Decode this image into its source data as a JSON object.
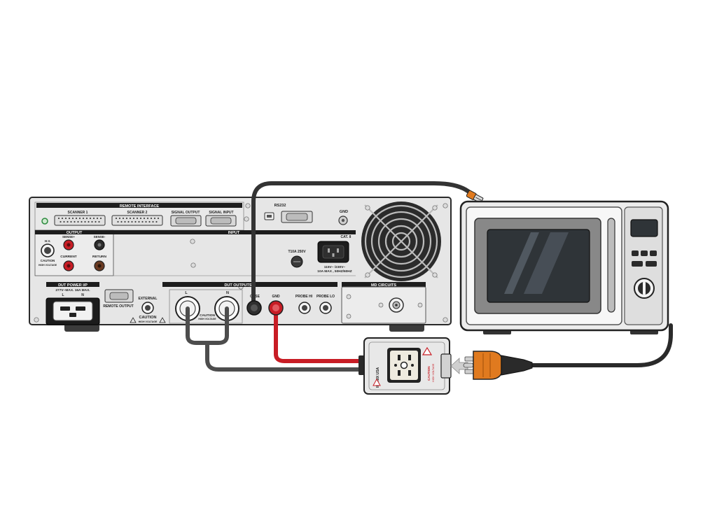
{
  "instrument": {
    "remote_interface_title": "REMOTE INTERFACE",
    "scanner1": "SCANNER 1",
    "scanner2": "SCANNER 2",
    "signal_output": "SIGNAL OUTPUT",
    "signal_input": "SIGNAL INPUT",
    "rs232": "RS232",
    "gnd": "GND",
    "output_title": "OUTPUT",
    "input_title": "INPUT",
    "hv": "H.V.",
    "sense_plus": "SENSE+",
    "sense_minus": "SENSE-",
    "current": "CURRENT",
    "return": "RETURN",
    "caution": "CAUTION",
    "high_voltage": "HIGH VOLTAGE",
    "fuse": "T10A  250V",
    "cat": "CAT. II",
    "rating1": "115V~ /230V~",
    "rating2": "10A MAX , 50HZ/60HZ",
    "dut_power_title": "DUT POWER  I/P",
    "dut_power_rating": "277V~MAX.  16A  MAX.",
    "l": "L",
    "n": "N",
    "remote_output": "REMOTE OUTPUT",
    "external": "EXTERNAL",
    "dut_outputs_title": "DUT OUTPUTS",
    "case": "CASE",
    "gnd2": "GND",
    "probe_hi": "PROBE HI",
    "probe_lo": "PROBE LO",
    "md_circuits": "MD CIRCUITS"
  },
  "adapter": {
    "brand": "IKONIX USA",
    "caution": "CAUTION",
    "hazard": "HIGH VOLTAGE"
  },
  "colors": {
    "panel": "#e6e6e6",
    "cable_black": "#333333",
    "cable_gray": "#4d4d4d",
    "cable_red": "#c81d25",
    "plug_orange": "#e07a1f",
    "microwave_body": "#ececec",
    "microwave_window": "#2f3438"
  }
}
